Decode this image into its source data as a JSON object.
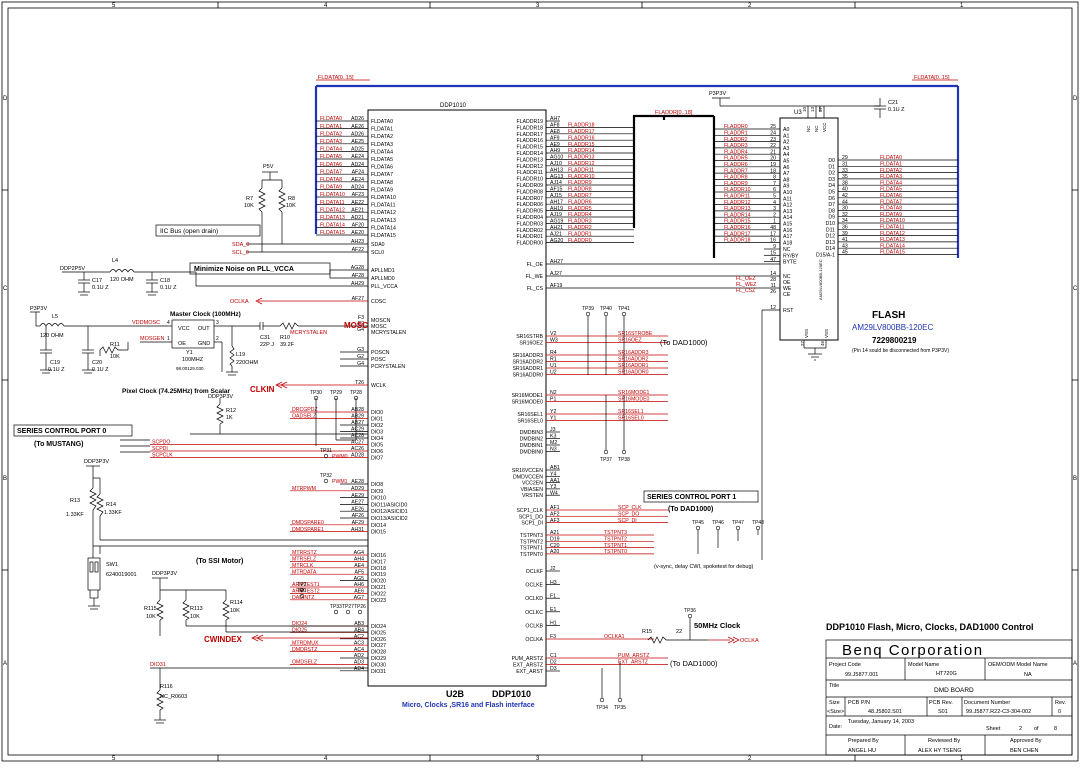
{
  "frame": {
    "cols": [
      "5",
      "4",
      "3",
      "2",
      "1"
    ],
    "rows": [
      "D",
      "C",
      "B",
      "A"
    ]
  },
  "flash_bus": {
    "fldata_bus_left": "FLDATA[0..15]",
    "fldata_bus_right": "FLDATA[0..15]",
    "fladdr_bus": "FLADDR[0..18]",
    "p3p3v": "P3P3V",
    "c21": "C21",
    "c21_value": "0.1U Z"
  },
  "ddp": {
    "ref": "DDP1010",
    "left_pins": [
      {
        "net": "FLDATA0",
        "ball": "AD26",
        "name": "FLDATA0"
      },
      {
        "net": "FLDATA1",
        "ball": "AE26",
        "name": "FLDATA1"
      },
      {
        "net": "FLDATA2",
        "ball": "AD26",
        "name": "FLDATA2"
      },
      {
        "net": "FLDATA3",
        "ball": "AE25",
        "name": "FLDATA3"
      },
      {
        "net": "FLDATA4",
        "ball": "AD25",
        "name": "FLDATA4"
      },
      {
        "net": "FLDATA5",
        "ball": "AE24",
        "name": "FLDATA5"
      },
      {
        "net": "FLDATA6",
        "ball": "AD24",
        "name": "FLDATA6"
      },
      {
        "net": "FLDATA7",
        "ball": "AF24",
        "name": "FLDATA7"
      },
      {
        "net": "FLDATA8",
        "ball": "AE24",
        "name": "FLDATA8"
      },
      {
        "net": "FLDATA9",
        "ball": "AD24",
        "name": "FLDATA9"
      },
      {
        "net": "FLDATA10",
        "ball": "AF23",
        "name": "FLDATA10"
      },
      {
        "net": "FLDATA11",
        "ball": "AE22",
        "name": "FLDATA11"
      },
      {
        "net": "FLDATA12",
        "ball": "AE21",
        "name": "FLDATA12"
      },
      {
        "net": "FLDATA13",
        "ball": "AD21",
        "name": "FLDATA13"
      },
      {
        "net": "FLDATA14",
        "ball": "AF20",
        "name": "FLDATA14"
      },
      {
        "net": "FLDATA15",
        "ball": "AE20",
        "name": "FLDATA15"
      }
    ],
    "right_pins": [
      {
        "name": "FLADDR19",
        "ball": "AH7",
        "net": ""
      },
      {
        "name": "FLADDR18",
        "ball": "AF8",
        "net": "FLADDR18"
      },
      {
        "name": "FLADDR17",
        "ball": "AE8",
        "net": "FLADDR17"
      },
      {
        "name": "FLADDR16",
        "ball": "AF9",
        "net": "FLADDR16"
      },
      {
        "name": "FLADDR15",
        "ball": "AE9",
        "net": "FLADDR15"
      },
      {
        "name": "FLADDR14",
        "ball": "AH9",
        "net": "FLADDR14"
      },
      {
        "name": "FLADDR13",
        "ball": "AG10",
        "net": "FLADDR13"
      },
      {
        "name": "FLADDR12",
        "ball": "AJ10",
        "net": "FLADDR12"
      },
      {
        "name": "FLADDR11",
        "ball": "AH13",
        "net": "FLADDR11"
      },
      {
        "name": "FLADDR10",
        "ball": "AG13",
        "net": "FLADDR10"
      },
      {
        "name": "FLADDR09",
        "ball": "AJ14",
        "net": "FLADDR9"
      },
      {
        "name": "FLADDR08",
        "ball": "AF15",
        "net": "FLADDR8"
      },
      {
        "name": "FLADDR07",
        "ball": "AJ15",
        "net": "FLADDR7"
      },
      {
        "name": "FLADDR06",
        "ball": "AH17",
        "net": "FLADDR6"
      },
      {
        "name": "FLADDR05",
        "ball": "AH19",
        "net": "FLADDR5"
      },
      {
        "name": "FLADDR04",
        "ball": "AJ19",
        "net": "FLADDR4"
      },
      {
        "name": "FLADDR03",
        "ball": "AG19",
        "net": "FLADDR3"
      },
      {
        "name": "FLADDR02",
        "ball": "AH21",
        "net": "FLADDR2"
      },
      {
        "name": "FLADDR01",
        "ball": "AJ21",
        "net": "FLADDR1"
      },
      {
        "name": "FLADDR00",
        "ball": "AG20",
        "net": "FLADDR0"
      }
    ],
    "ctrl_pins": [
      {
        "name": "FL_OE",
        "ball": "AH27",
        "net": "FL_OEZ"
      },
      {
        "name": "FL_WE",
        "ball": "AJ27",
        "net": "FL_WEZ"
      },
      {
        "name": "FL_CS",
        "ball": "AF19",
        "net": "FL_CSZ"
      }
    ],
    "iic": {
      "title": "IIC Bus (open drain)",
      "sda": "SDA_0",
      "scl": "SCL_0",
      "sda_ball": "AH23",
      "scl_ball": "AF22",
      "sda_pin": "SDA0",
      "scl_pin": "SCL0"
    },
    "pll": {
      "note": "Minimize Noise on PLL_VCCA",
      "pins": [
        {
          "ball": "AG28",
          "name": "APLLMD1"
        },
        {
          "ball": "AF28",
          "name": "APLLMD0"
        },
        {
          "ball": "AH29",
          "name": "PLL_VCCA"
        }
      ]
    },
    "cosc": {
      "net": "OCLKA",
      "ball": "AF27",
      "name": "COSC"
    },
    "mclk": {
      "pins": [
        {
          "ball": "F3",
          "name": "MOSCN"
        },
        {
          "ball": "F2",
          "name": "MOSC"
        },
        {
          "ball": "G4",
          "name": "MCRYSTALEN"
        }
      ]
    },
    "pclk": {
      "pins": [
        {
          "ball": "G3",
          "name": "POSCN"
        },
        {
          "ball": "G2",
          "name": "POSC"
        },
        {
          "ball": "G4",
          "name": "PCRYSTALEN"
        }
      ]
    },
    "wclk": {
      "ball": "T26",
      "name": "WCLK"
    },
    "dio_a": [
      {
        "ball": "AB28",
        "name": "DIO0",
        "net": "DRCGPDZ"
      },
      {
        "ball": "AB29",
        "name": "DIO1",
        "net": "OADSELZ"
      },
      {
        "ball": "AB27",
        "name": "DIO2",
        "net": ""
      },
      {
        "ball": "AC29",
        "name": "DIO3",
        "net": ""
      },
      {
        "ball": "AC28",
        "name": "DIO4",
        "net": ""
      },
      {
        "ball": "AC27",
        "name": "DIO5",
        "net": "SCPDO"
      },
      {
        "ball": "AC26",
        "name": "DIO6",
        "net": "SCPDI"
      },
      {
        "ball": "AD28",
        "name": "DIO7",
        "net": "SCPCLK"
      }
    ],
    "dio_b": [
      {
        "ball": "AE28",
        "name": "DIO8",
        "net": ""
      },
      {
        "ball": "AD29",
        "name": "DIO9",
        "net": "MTRPWM"
      },
      {
        "ball": "AE29",
        "name": "DIO10",
        "net": ""
      },
      {
        "ball": "AE27",
        "name": "DIO11/ASICID0",
        "net": ""
      },
      {
        "ball": "AE26",
        "name": "DIO12/ASICID1",
        "net": ""
      },
      {
        "ball": "AF26",
        "name": "DIO13/ASICID2",
        "net": ""
      },
      {
        "ball": "AF29",
        "name": "DIO14",
        "net": "DMDSPARE0"
      },
      {
        "ball": "AH31",
        "name": "DIO15",
        "net": "DMDSPARE1"
      }
    ],
    "dio_c": [
      {
        "ball": "AG4",
        "name": "DIO16",
        "net": "MTRRSTZ"
      },
      {
        "ball": "AH4",
        "name": "DIO17",
        "net": "MTRSELZ"
      },
      {
        "ball": "AE4",
        "name": "DIO18",
        "net": "MTRCLK"
      },
      {
        "ball": "AF5",
        "name": "DIO19",
        "net": "MTRDATA"
      },
      {
        "ball": "AG5",
        "name": "DIO20",
        "net": ""
      },
      {
        "ball": "AH6",
        "name": "DIO21",
        "net": "ARMTEST1"
      },
      {
        "ball": "AE6",
        "name": "DIO22",
        "net": "ARMTEST2"
      },
      {
        "ball": "AG7",
        "name": "DIO23",
        "net": "DADINTZ"
      }
    ],
    "dio_d": [
      {
        "ball": "AB3",
        "name": "DIO24",
        "net": "DIO24"
      },
      {
        "ball": "AB4",
        "name": "DIO25",
        "net": "DIO25"
      },
      {
        "ball": "AC2",
        "name": "DIO26",
        "net": ""
      },
      {
        "ball": "AC3",
        "name": "DIO27",
        "net": "MTRDMUX"
      },
      {
        "ball": "AC4",
        "name": "DIO28",
        "net": "DMDRSTZ"
      },
      {
        "ball": "AD2",
        "name": "DIO29",
        "net": ""
      },
      {
        "ball": "AD3",
        "name": "DIO30",
        "net": "OMDSELZ"
      },
      {
        "ball": "AD4",
        "name": "DIO31",
        "net": ""
      }
    ],
    "sr16": [
      {
        "name": "SR16STRB",
        "ball": "V2",
        "net": "SR16STROBE"
      },
      {
        "name": "SR16OEZ",
        "ball": "W3",
        "net": "SR16OEZ"
      }
    ],
    "sr16addr": [
      {
        "name": "SR16ADDR3",
        "ball": "R4",
        "net": "SR16ADDR3"
      },
      {
        "name": "SR16ADDR2",
        "ball": "R1",
        "net": "SR16ADDR2"
      },
      {
        "name": "SR16ADDR1",
        "ball": "U1",
        "net": "SR16ADDR1"
      },
      {
        "name": "SR16ADDR0",
        "ball": "U2",
        "net": "SR16ADDR0"
      }
    ],
    "sr16mode": [
      {
        "name": "SR16MODE1",
        "ball": "N2",
        "net": "SR16MODE1"
      },
      {
        "name": "SR16MODE0",
        "ball": "P1",
        "net": "SR16MODE0"
      }
    ],
    "sr16sel": [
      {
        "name": "SR16SEL1",
        "ball": "Y2",
        "net": "SR16SEL1"
      },
      {
        "name": "SR16SEL0",
        "ball": "Y1",
        "net": "SR16SEL0"
      }
    ],
    "dmdbin": [
      {
        "name": "DMDBIN3",
        "ball": "J3"
      },
      {
        "name": "DMDBIN2",
        "ball": "K3"
      },
      {
        "name": "DMDBIN1",
        "ball": "M2"
      },
      {
        "name": "DMDBIN0",
        "ball": "N3"
      }
    ],
    "vcc": [
      {
        "name": "SR16VCCEN",
        "ball": "AB1"
      },
      {
        "name": "DMDVCCEN",
        "ball": "Y4"
      },
      {
        "name": "VCC2EN",
        "ball": "AA1"
      },
      {
        "name": "VBIASEN",
        "ball": "Y3"
      },
      {
        "name": "VRSTEN",
        "ball": "W4"
      }
    ],
    "scp1": [
      {
        "name": "SCP1_CLK",
        "ball": "AF1",
        "net": "SCP_CLK"
      },
      {
        "name": "SCP1_DO",
        "ball": "AF2",
        "net": "SCP_DO"
      },
      {
        "name": "SCP1_DI",
        "ball": "AF3",
        "net": "SCP_DI"
      }
    ],
    "tstpnt": [
      {
        "name": "TSTPNT3",
        "ball": "A21",
        "net": "TSTPNT3"
      },
      {
        "name": "TSTPNT2",
        "ball": "D19",
        "net": "TSTPNT2"
      },
      {
        "name": "TSTPNT1",
        "ball": "C20",
        "net": "TSTPNT1"
      },
      {
        "name": "TSTPNT0",
        "ball": "A20",
        "net": "TSTPNT0"
      }
    ],
    "oclk": [
      {
        "name": "OCLKF",
        "ball": "J2"
      },
      {
        "name": "OCLKE",
        "ball": "H3"
      },
      {
        "name": "OCLKD",
        "ball": "F1"
      },
      {
        "name": "OCLKC",
        "ball": "E1"
      },
      {
        "name": "OCLKB",
        "ball": "H1"
      },
      {
        "name": "OCLKA",
        "ball": "F3",
        "net": "OCLKA1"
      }
    ],
    "arst": [
      {
        "name": "PUM_ARSTZ",
        "ball": "C1",
        "net": "PUM_ARSTZ"
      },
      {
        "name": "EXT_ARSTZ",
        "ball": "D2",
        "net": "EXT_ARSTZ"
      },
      {
        "name": "EXT_ARST",
        "ball": "D3",
        "net": ""
      }
    ],
    "unit_label": "U2B",
    "unit_name": "DDP1010",
    "subtitle": "Micro, Clocks ,SR16 and Flash interface"
  },
  "u3": {
    "ref": "U3",
    "addr_pins": [
      {
        "net": "FLADDR0",
        "num": "25",
        "name": "A0"
      },
      {
        "net": "FLADDR1",
        "num": "24",
        "name": "A1"
      },
      {
        "net": "FLADDR2",
        "num": "23",
        "name": "A2"
      },
      {
        "net": "FLADDR3",
        "num": "22",
        "name": "A3"
      },
      {
        "net": "FLADDR4",
        "num": "21",
        "name": "A4"
      },
      {
        "net": "FLADDR5",
        "num": "20",
        "name": "A5"
      },
      {
        "net": "FLADDR6",
        "num": "19",
        "name": "A6"
      },
      {
        "net": "FLADDR7",
        "num": "18",
        "name": "A7"
      },
      {
        "net": "FLADDR8",
        "num": "8",
        "name": "A8"
      },
      {
        "net": "FLADDR9",
        "num": "7",
        "name": "A9"
      },
      {
        "net": "FLADDR10",
        "num": "6",
        "name": "A10"
      },
      {
        "net": "FLADDR11",
        "num": "5",
        "name": "A11"
      },
      {
        "net": "FLADDR12",
        "num": "4",
        "name": "A12"
      },
      {
        "net": "FLADDR13",
        "num": "3",
        "name": "A13"
      },
      {
        "net": "FLADDR14",
        "num": "2",
        "name": "A14"
      },
      {
        "net": "FLADDR15",
        "num": "1",
        "name": "A15"
      },
      {
        "net": "FLADDR16",
        "num": "48",
        "name": "A16"
      },
      {
        "net": "FLADDR17",
        "num": "17",
        "name": "A17"
      },
      {
        "net": "FLADDR18",
        "num": "16",
        "name": "A18"
      }
    ],
    "extra_left": [
      {
        "num": "9",
        "name": "NC"
      },
      {
        "num": "15",
        "name": "RY/BY"
      },
      {
        "num": "47",
        "name": "BYTE"
      }
    ],
    "ctrl_pins": [
      {
        "net": "",
        "num": "14",
        "name": "NC"
      },
      {
        "net": "FL_OEZ",
        "num": "28",
        "name": "OE"
      },
      {
        "net": "FL_WEZ",
        "num": "11",
        "name": "WE"
      },
      {
        "net": "FL_CSZ",
        "num": "26",
        "name": "CE"
      }
    ],
    "rst": {
      "num": "12",
      "name": "RST"
    },
    "top_pins": [
      {
        "num": "10",
        "name": "NC"
      },
      {
        "num": "13",
        "name": "NC"
      },
      {
        "num": "37",
        "name": "VCC"
      }
    ],
    "bottom_pins": [
      {
        "num": "27",
        "name": "VSS"
      },
      {
        "num": "46",
        "name": "VSS"
      }
    ],
    "data_pins": [
      {
        "name": "D0",
        "num": "29",
        "net": "FLDATA0"
      },
      {
        "name": "D1",
        "num": "31",
        "net": "FLDATA1"
      },
      {
        "name": "D2",
        "num": "33",
        "net": "FLDATA2"
      },
      {
        "name": "D3",
        "num": "35",
        "net": "FLDATA3"
      },
      {
        "name": "D4",
        "num": "38",
        "net": "FLDATA4"
      },
      {
        "name": "D5",
        "num": "40",
        "net": "FLDATA5"
      },
      {
        "name": "D6",
        "num": "42",
        "net": "FLDATA6"
      },
      {
        "name": "D7",
        "num": "44",
        "net": "FLDATA7"
      },
      {
        "name": "D8",
        "num": "30",
        "net": "FLDATA8"
      },
      {
        "name": "D9",
        "num": "32",
        "net": "FLDATA9"
      },
      {
        "name": "D10",
        "num": "34",
        "net": "FLDATA10"
      },
      {
        "name": "D11",
        "num": "36",
        "net": "FLDATA11"
      },
      {
        "name": "D12",
        "num": "39",
        "net": "FLDATA12"
      },
      {
        "name": "D13",
        "num": "41",
        "net": "FLDATA13"
      },
      {
        "name": "D14",
        "num": "43",
        "net": "FLDATA14"
      },
      {
        "name": "D15/A-1",
        "num": "45",
        "net": "FLDATA15"
      }
    ],
    "flash_label": "FLASH",
    "part": "AM29LV800BB-120EC",
    "partno": "7229800219",
    "note": "(Pin 14 sould be disconnected from P3P3V)",
    "side_label": "AM29LV800BB-120EC"
  },
  "left": {
    "p5v": "P5V",
    "r7": "R7",
    "r7_val": "10K",
    "r8": "R8",
    "r8_val": "10K",
    "ddp2p5v": "DDP2P5V",
    "l4": "L4",
    "l4_val": "120 OHM",
    "c17": "C17",
    "c17_val": "0.1U Z",
    "c18": "C18",
    "c18_val": "0.1U Z",
    "p3p3v": "P3P3V",
    "l5": "L5",
    "l5_val": "120 OHM",
    "c19": "C19",
    "c19_val": "0.1U Z",
    "c20": "C20",
    "c20_val": "0.1U Z",
    "vddmosc": "VDDMOSC",
    "mosgen": "MOSGEN",
    "r11": "R11",
    "r11_val": "10K",
    "master_clock": "Master Clock  (100MHz)",
    "osc_vcc": "VCC",
    "osc_out": "OUT",
    "osc_oe": "OE",
    "osc_gnd": "GND",
    "osc_pin4": "4",
    "osc_pin3": "3",
    "osc_pin1": "1",
    "osc_pin2": "2",
    "y1": "Y1",
    "y1_val": "100MHZ",
    "y1_part": "98.00129.030",
    "c31": "C31",
    "c31_val": "22P J",
    "r10": "R10",
    "r10_val": "39.2F",
    "mcrystalen": "MCRYSTALEN",
    "l19": "L19",
    "l19_val": "220OHM",
    "mosc": "MOSC",
    "clkin": "CLKIN",
    "pixel_clock": "Pixel Clock (74.25MHz) from Scalar",
    "ddp3p3v_a": "DDP3P3V",
    "r12": "R12",
    "r12_val": "1K",
    "series0_title": "SERIES CONTROL PORT 0",
    "series0_sub": "(To MUSTANG)",
    "ddp3p3v_b": "DDP3P3V",
    "r13": "R13",
    "r13_val": "1.33KF",
    "r14": "R14",
    "r14_val": "1.33KF",
    "sw1": "SW1",
    "sw1_val": "6240019001",
    "ddp3p3v_c": "DDP3P3V",
    "r115": "R115",
    "r115_val": "10K",
    "r113": "R113",
    "r113_val": "10K",
    "r114": "R114",
    "r114_val": "10K",
    "ssi_motor": "(To SSI Motor)",
    "cwindex": "CWINDEX",
    "dio31": "DIO31",
    "r116": "R116",
    "r116_val": "NC_R0603",
    "tp30": "TP30",
    "tp29": "TP29",
    "tp28": "TP28",
    "tp31": "TP31",
    "pwm0": "PWM0",
    "tp32": "TP32",
    "pwm1": "PWM1",
    "tp2": "TP2",
    "tp1": "TP1",
    "tp33": "TP33",
    "tp27": "TP27",
    "tp26": "TP26"
  },
  "right": {
    "tp39": "TP39",
    "tp40": "TP40",
    "tp41": "TP41",
    "to_dad1": "(To DAD1000)",
    "tp37": "TP37",
    "tp38": "TP38",
    "series1_title": "SERIES CONTROL PORT 1",
    "series1_sub": "(To DAD1000)",
    "tp45": "TP45",
    "tp46": "TP46",
    "tp47": "TP47",
    "tp48": "TP48",
    "vsync_note": "(v-sync, delay CWI, spoketest for debug)",
    "tp36": "TP36",
    "r15": "R15",
    "r15_val": "22",
    "mhz50": "50MHz Clock",
    "oclka": "OCLKA",
    "to_dad2": "(To DAD1000)",
    "tp34": "TP34",
    "tp35": "TP35"
  },
  "title_block": {
    "sheet_title": "DDP1010 Flash, Micro, Clocks, DAD1000 Control",
    "company": "Benq Corporation",
    "project_code_label": "Project Code",
    "project_code": "99.J5877.001",
    "model_name_label": "Model Name",
    "model_name": "HT720G",
    "oem_label": "OEM/ODM Model Name",
    "oem": "NA",
    "title_label": "Title",
    "title": "DMD BOARD",
    "size_label": "Size",
    "size": "<Size>",
    "pcb_pn_label": "PCB P/N",
    "pcb_pn": "48.J5802.S01",
    "pcb_rev_label": "PCB Rev.",
    "pcb_rev": "S01",
    "doc_num_label": "Document Number",
    "doc_num": "99.J5877.R22-C3-304-002",
    "rev_label": "Rev.",
    "rev": "0",
    "date_label": "Date:",
    "date": "Tuesday, January 14, 2003",
    "sheet_label": "Sheet",
    "sheet": "2",
    "of_label": "of",
    "of": "8",
    "prepared_label": "Prepared By",
    "prepared": "ANGEL HU",
    "reviewed_label": "Reviewed By",
    "reviewed": "ALEX HY TSENG",
    "approved_label": "Approved By",
    "approved": "BEN CHEN"
  }
}
